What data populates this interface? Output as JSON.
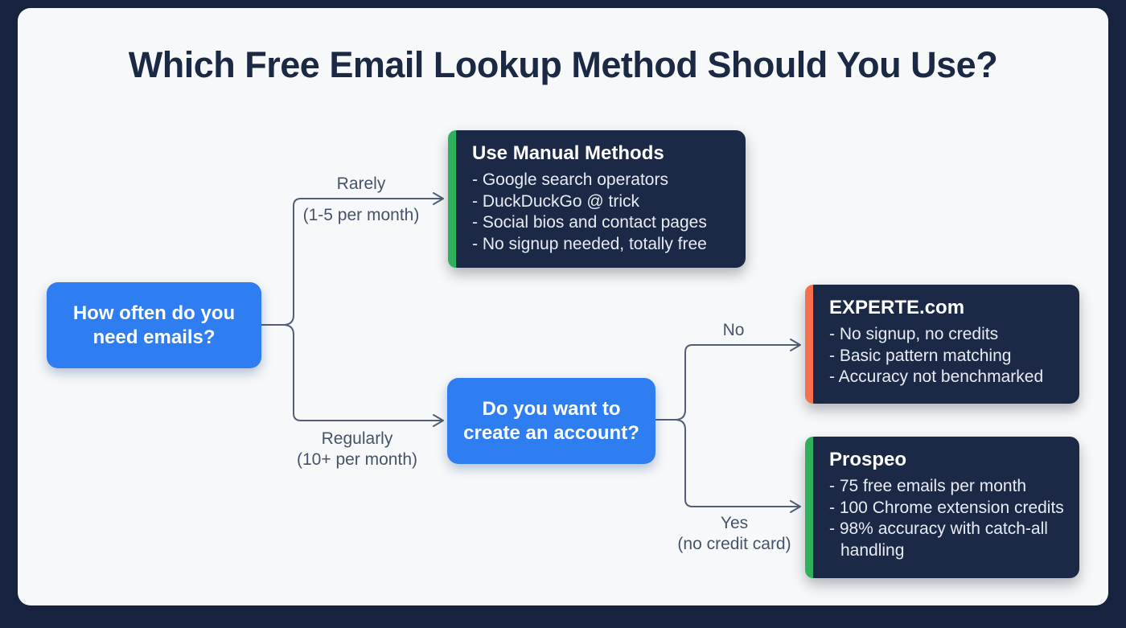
{
  "page": {
    "title": "Which Free Email Lookup Method Should You Use?"
  },
  "colors": {
    "background": "#17233e",
    "card": "#f7f8f9",
    "primary_blue": "#2e7df1",
    "dark_navy": "#1c2946",
    "green_accent": "#2eb05d",
    "orange_accent": "#f7704d",
    "connector": "#525f74"
  },
  "flowchart": {
    "decisions": {
      "frequency": {
        "label": "How often do you need emails?"
      },
      "account": {
        "label": "Do you want to create an account?"
      }
    },
    "branches": {
      "rarely": {
        "label": "Rarely",
        "sublabel": "(1-5 per month)"
      },
      "regularly": {
        "label": "Regularly",
        "sublabel": "(10+ per month)"
      },
      "no": {
        "label": "No"
      },
      "yes": {
        "label": "Yes",
        "sublabel": "(no credit card)"
      }
    },
    "outcomes": [
      {
        "title": "Use Manual Methods",
        "accent": "#2eb05d",
        "items": [
          "- Google search operators",
          "- DuckDuckGo @ trick",
          "- Social bios and contact pages",
          "- No signup needed, totally free"
        ]
      },
      {
        "title": "EXPERTE.com",
        "accent": "#f7704d",
        "items": [
          "- No signup, no credits",
          "- Basic pattern matching",
          "- Accuracy not benchmarked"
        ]
      },
      {
        "title": "Prospeo",
        "accent": "#2eb05d",
        "items": [
          "- 75 free emails per month",
          "- 100 Chrome extension credits",
          "- 98% accuracy with catch-all handling"
        ]
      }
    ]
  }
}
